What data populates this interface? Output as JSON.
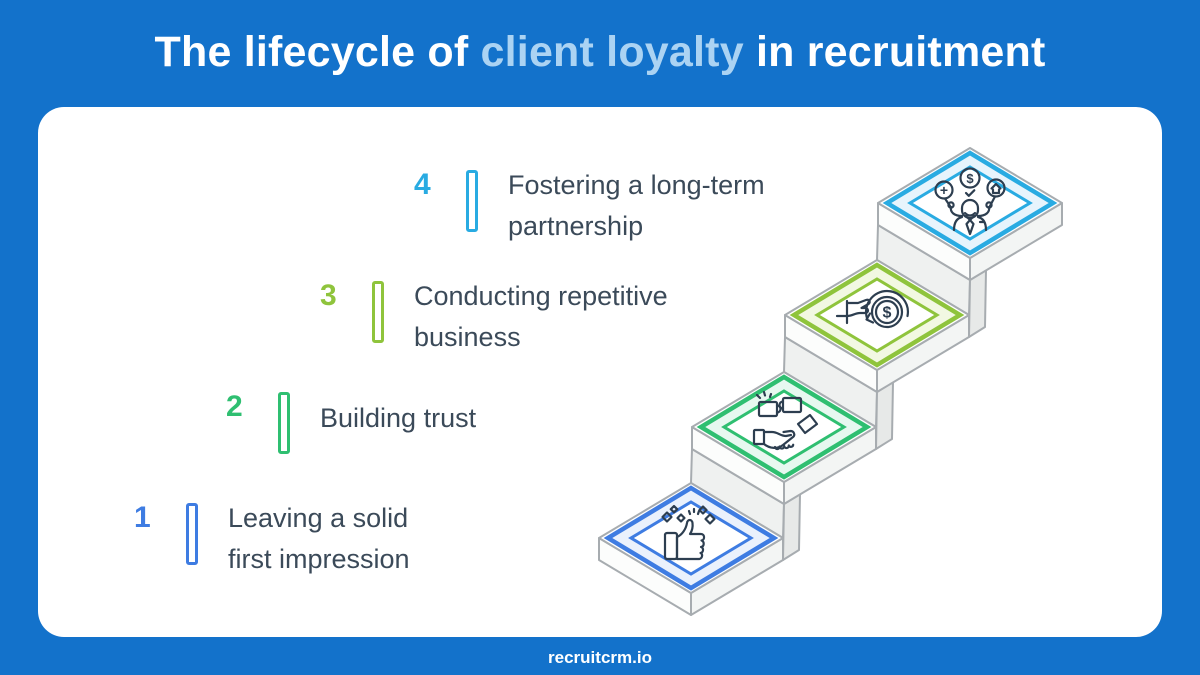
{
  "title": {
    "prefix": "The lifecycle of ",
    "highlight": "client loyalty",
    "suffix": " in recruitment"
  },
  "footer": {
    "brand": "recruitcrm.io"
  },
  "colors": {
    "background": "#1372cb",
    "card": "#ffffff",
    "title_text": "#ffffff",
    "title_highlight": "#abd3f3",
    "body_text": "#3b4a59",
    "icon_stroke": "#2d3e50",
    "step1": "#3e7ce2",
    "step2": "#2fbf71",
    "step3": "#8fc43c",
    "step4": "#29abe2",
    "step1_pale": "#eaf1fc",
    "step2_pale": "#e7f8f0",
    "step3_pale": "#f2f8e2",
    "step4_pale": "#e7f4fc"
  },
  "steps": [
    {
      "number": "1",
      "color": "#3e7ce2",
      "icon": "thumbs-up-sparkles-icon",
      "label": "Leaving a solid first impression",
      "line1": "Leaving a solid",
      "line2": "first impression"
    },
    {
      "number": "2",
      "color": "#2fbf71",
      "icon": "puzzle-handshake-icon",
      "label": "Building trust",
      "line1": "Building trust",
      "line2": ""
    },
    {
      "number": "3",
      "color": "#8fc43c",
      "icon": "recurring-payment-icon",
      "label": "Conducting repetitive business",
      "line1": "Conducting repetitive",
      "line2": "business"
    },
    {
      "number": "4",
      "color": "#29abe2",
      "icon": "juggling-rewards-icon",
      "label": "Fostering a long-term partnership",
      "line1": "Fostering a long-term",
      "line2": "partnership"
    }
  ]
}
